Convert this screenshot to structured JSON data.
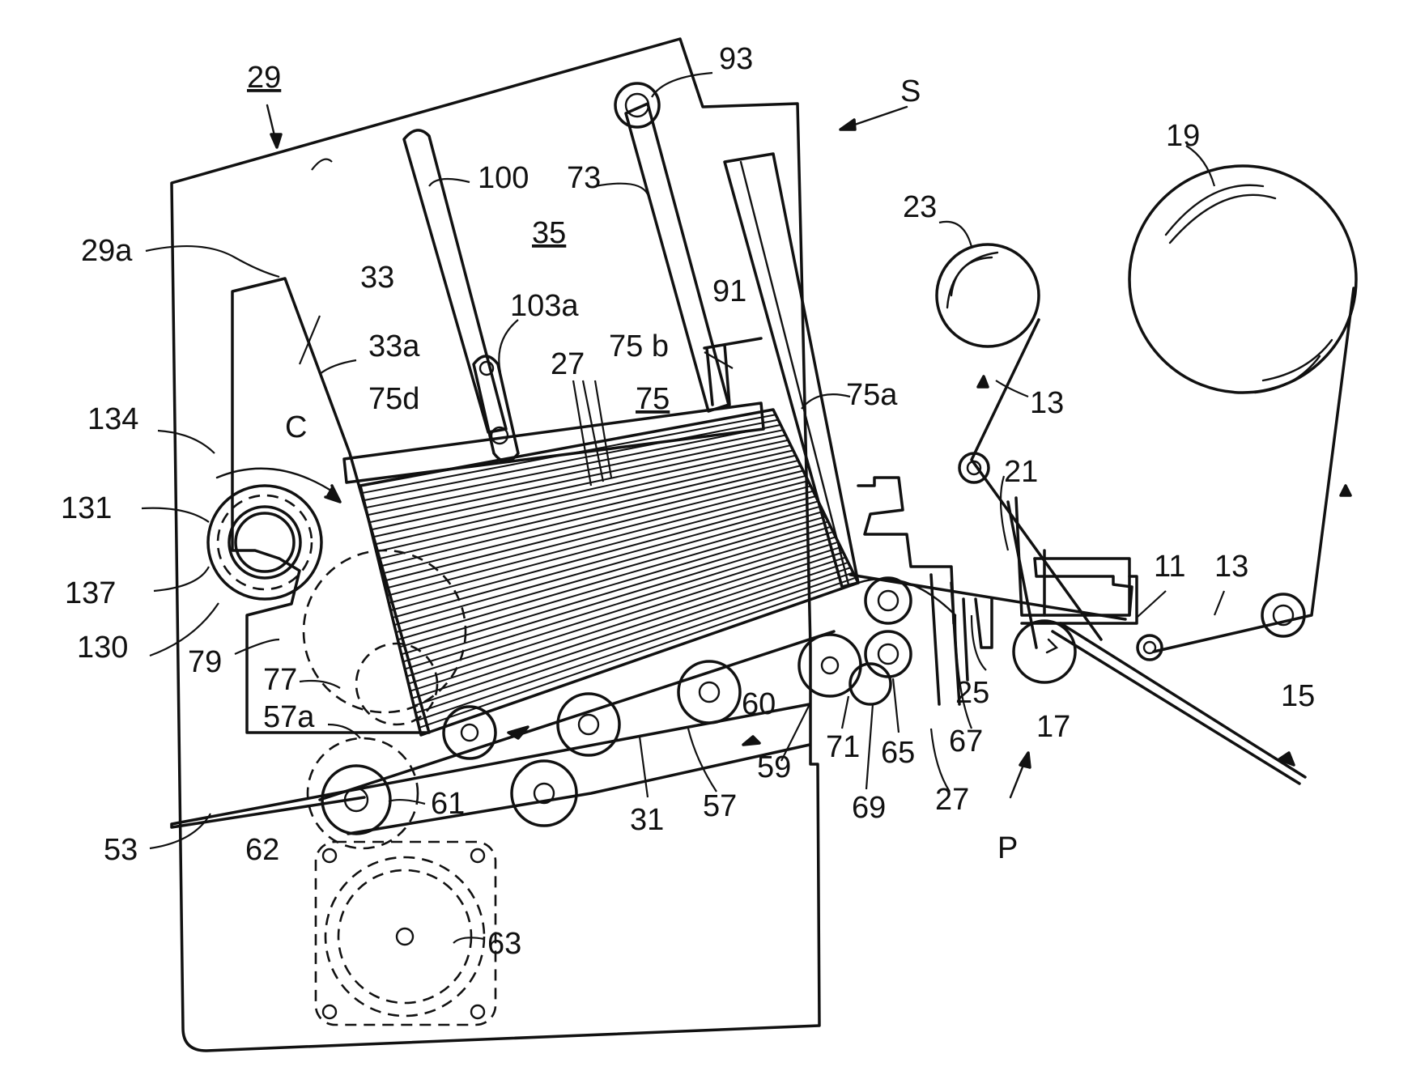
{
  "diagram": {
    "labels": {
      "l29": "29",
      "l29a": "29a",
      "l33": "33",
      "l33a": "33a",
      "l35": "35",
      "l93": "93",
      "lS": "S",
      "l100": "100",
      "l73": "73",
      "l103a": "103a",
      "l91": "91",
      "l27a": "27",
      "l75b": "75 b",
      "l75": "75",
      "l75a": "75a",
      "l75d": "75d",
      "lC": "C",
      "l134": "134",
      "l131": "131",
      "l137": "137",
      "l130": "130",
      "l79": "79",
      "l77": "77",
      "l57a": "57a",
      "l53": "53",
      "l62": "62",
      "l61": "61",
      "l31": "31",
      "l57": "57",
      "l59": "59",
      "l60": "60",
      "l71": "71",
      "l65": "65",
      "l69": "69",
      "l27b": "27",
      "l67": "67",
      "l25": "25",
      "l17": "17",
      "lP": "P",
      "l63": "63",
      "l23": "23",
      "l13a": "13",
      "l19": "19",
      "l21": "21",
      "l11": "11",
      "l13b": "13",
      "l15": "15"
    }
  }
}
